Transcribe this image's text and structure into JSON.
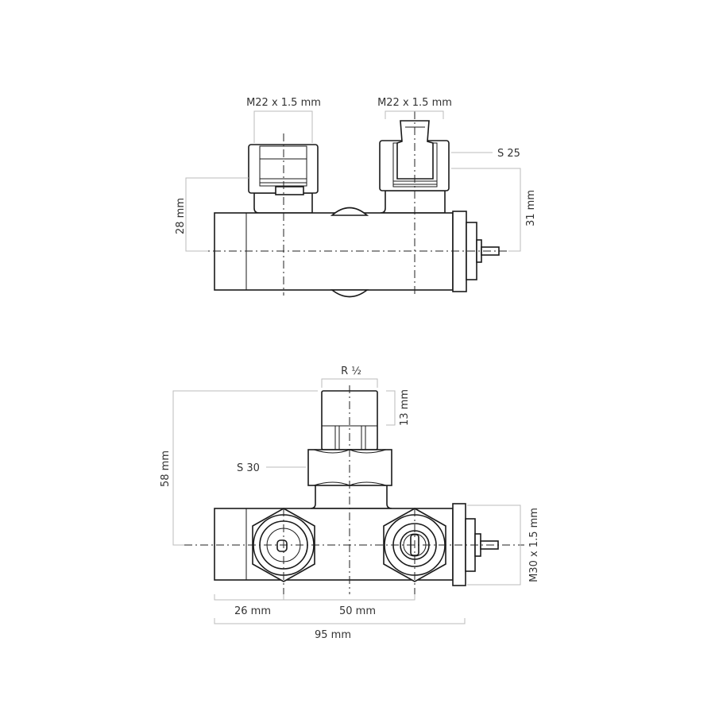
{
  "top_view": {
    "left_thread": "M22 x 1.5 mm",
    "right_thread": "M22 x 1.5 mm",
    "wrench_size": "S 25",
    "left_height": "28 mm",
    "right_height": "31 mm"
  },
  "front_view": {
    "inlet_thread": "R ½",
    "inlet_length": "13 mm",
    "overall_height": "58 mm",
    "nut_wrench_size": "S 30",
    "end_thread": "M30 x 1.5 mm",
    "offset": "26 mm",
    "spacing": "50 mm",
    "overall_length": "95 mm"
  }
}
